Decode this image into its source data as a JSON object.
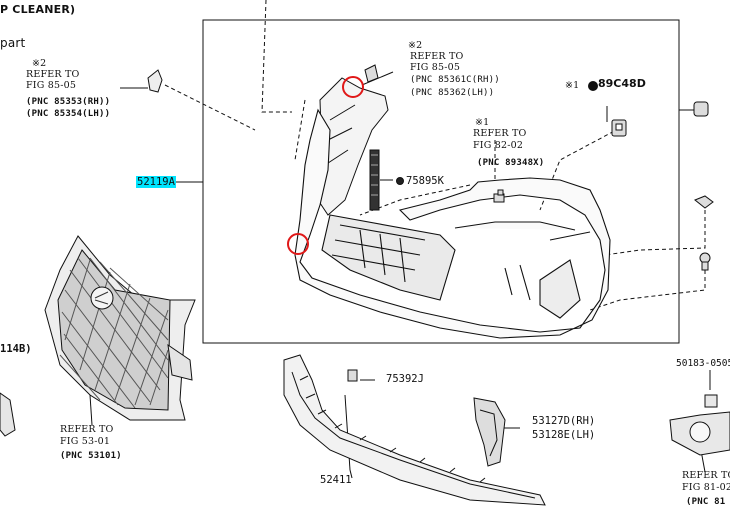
{
  "header": {
    "cleaner_label": "P CLEANER)",
    "part_label": "part"
  },
  "refs": {
    "top_left": {
      "mark": "※2",
      "refer": "REFER TO",
      "fig": "FIG 85-05",
      "pnc1": "(PNC 85353(RH))",
      "pnc2": "(PNC 85354(LH))"
    },
    "top_center": {
      "mark": "※2",
      "refer": "REFER TO",
      "fig": "FIG 85-05",
      "pnc1": "(PNC 85361C(RH))",
      "pnc2": "(PNC 85362(LH))"
    },
    "mid_center": {
      "mark": "※1",
      "refer": "REFER TO",
      "fig": "FIG 82-02",
      "pnc": "(PNC 89348X)"
    },
    "grille": {
      "refer": "REFER TO",
      "fig": "FIG 53-01",
      "pnc": "(PNC 53101)"
    },
    "bottom_right": {
      "refer": "REFER TO",
      "fig": "FIG 81-02",
      "pnc": "(PNC 81"
    }
  },
  "parts": {
    "p89c48d_mark": "※1",
    "p89c48d": "89C48D",
    "p52119a": "52119A",
    "p75895k": "75895K",
    "p53114b": "114B)",
    "p75392j": "75392J",
    "p52411": "52411",
    "p53127d": "53127D(RH)",
    "p53128e": "53128E(LH)",
    "p50183": "50183-0505"
  },
  "colors": {
    "highlight": "#00e5ff",
    "callout_circle": "#e01818",
    "line": "#111111"
  }
}
